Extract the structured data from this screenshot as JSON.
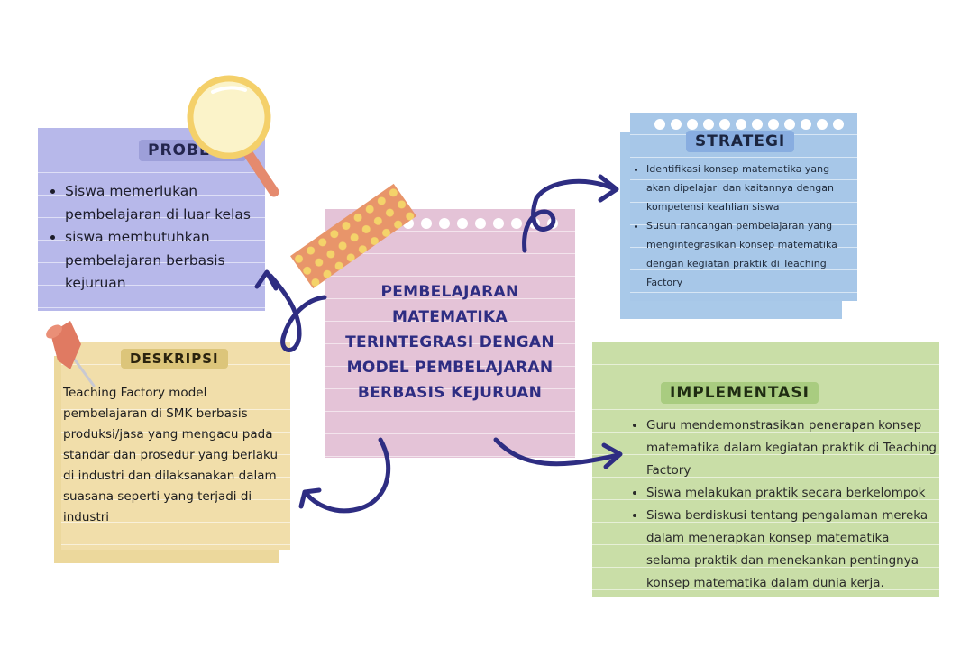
{
  "problem": {
    "label": "PROBLEM",
    "items": [
      "Siswa memerlukan pembelajaran di luar kelas",
      "siswa membutuhkan pembelajaran berbasis kejuruan"
    ]
  },
  "strategi": {
    "label": "STRATEGI",
    "items": [
      "Identifikasi konsep matematika yang akan dipelajari dan kaitannya dengan kompetensi keahlian siswa",
      "Susun rancangan pembelajaran yang mengintegrasikan konsep matematika dengan kegiatan praktik di Teaching Factory"
    ]
  },
  "center": {
    "title": "PEMBELAJARAN MATEMATIKA TERINTEGRASI DENGAN MODEL PEMBELAJARAN BERBASIS KEJURUAN"
  },
  "deskripsi": {
    "label": "DESKRIPSI",
    "text": "Teaching Factory model pembelajaran di SMK berbasis produksi/jasa yang mengacu pada standar dan prosedur yang berlaku di industri dan dilaksanakan dalam suasana seperti yang terjadi di industri"
  },
  "implementasi": {
    "label": "IMPLEMENTASI",
    "items": [
      "Guru mendemonstrasikan penerapan konsep matematika dalam kegiatan praktik di Teaching Factory",
      "Siswa melakukan praktik secara berkelompok",
      "Siswa berdiskusi tentang pengalaman mereka dalam menerapkan konsep matematika selama praktik dan menekankan pentingnya konsep matematika dalam dunia kerja."
    ]
  },
  "colors": {
    "arrow": "#2e2d82",
    "problem": "#b7b8ea",
    "strategi": "#a7c7e8",
    "center": "#e4c3d7",
    "deskripsi": "#f1deaa",
    "implementasi": "#c9dea7"
  },
  "icons": [
    "magnifier-icon",
    "pushpin-icon",
    "washi-tape-icon"
  ]
}
